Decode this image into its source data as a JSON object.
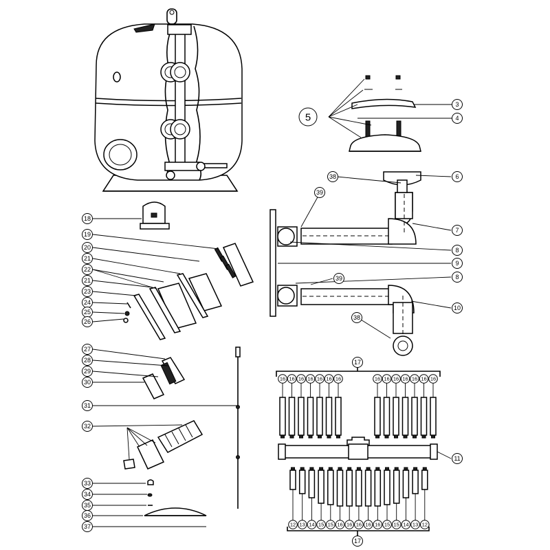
{
  "diagram": {
    "callouts": {
      "c5": "5",
      "c3": "3",
      "c4": "4",
      "c6": "6",
      "c7": "7",
      "c8a": "8",
      "c8b": "8",
      "c9": "9",
      "c10": "10",
      "c11": "11",
      "c38a": "38",
      "c38b": "38",
      "c39a": "39",
      "c39b": "39",
      "c18": "18",
      "c19": "19",
      "c20": "20",
      "c21a": "21",
      "c22": "22",
      "c21b": "21",
      "c23": "23",
      "c24": "24",
      "c25": "25",
      "c26": "26",
      "c27": "27",
      "c28": "28",
      "c29": "29",
      "c30": "30",
      "c31": "31",
      "c32": "32",
      "c33": "33",
      "c34": "34",
      "c35": "35",
      "c36": "36",
      "c37": "37",
      "c17top": "17",
      "c17bot": "17",
      "laterals_top": [
        "16",
        "16",
        "16",
        "16",
        "16",
        "16",
        "16",
        "16",
        "16",
        "16",
        "16",
        "16",
        "16",
        "16"
      ],
      "laterals_bottom": [
        "12",
        "13",
        "14",
        "15",
        "15",
        "16",
        "16",
        "16",
        "16",
        "16",
        "15",
        "15",
        "14",
        "13",
        "12"
      ]
    }
  }
}
